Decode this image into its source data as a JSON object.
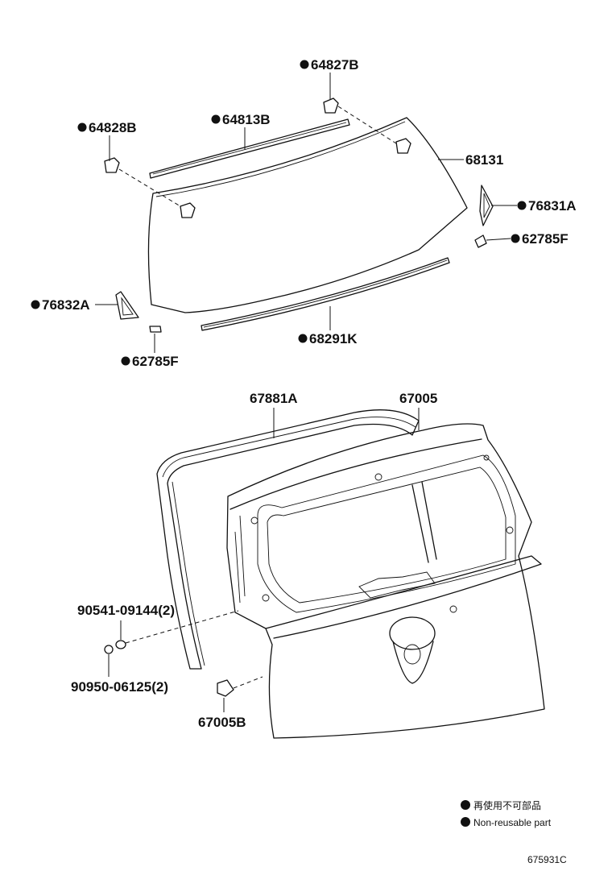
{
  "callouts": [
    {
      "part": "64827B",
      "nonreusable": true
    },
    {
      "part": "64813B",
      "nonreusable": true
    },
    {
      "part": "64828B",
      "nonreusable": true
    },
    {
      "part": "68131",
      "nonreusable": false
    },
    {
      "part": "76831A",
      "nonreusable": true
    },
    {
      "part": "62785F",
      "nonreusable": true
    },
    {
      "part": "76832A",
      "nonreusable": true
    },
    {
      "part": "68291K",
      "nonreusable": true
    },
    {
      "part": "62785F",
      "nonreusable": true
    },
    {
      "part": "67881A",
      "nonreusable": false
    },
    {
      "part": "67005",
      "nonreusable": false
    },
    {
      "part": "90541-09144(2)",
      "nonreusable": false
    },
    {
      "part": "90950-06125(2)",
      "nonreusable": false
    },
    {
      "part": "67005B",
      "nonreusable": false
    }
  ],
  "legend": {
    "line_jp": "再使用不可部品",
    "line_en": "Non-reusable part"
  },
  "diagram_id": "675931C",
  "colors": {
    "ink": "#111111",
    "background": "#ffffff"
  }
}
